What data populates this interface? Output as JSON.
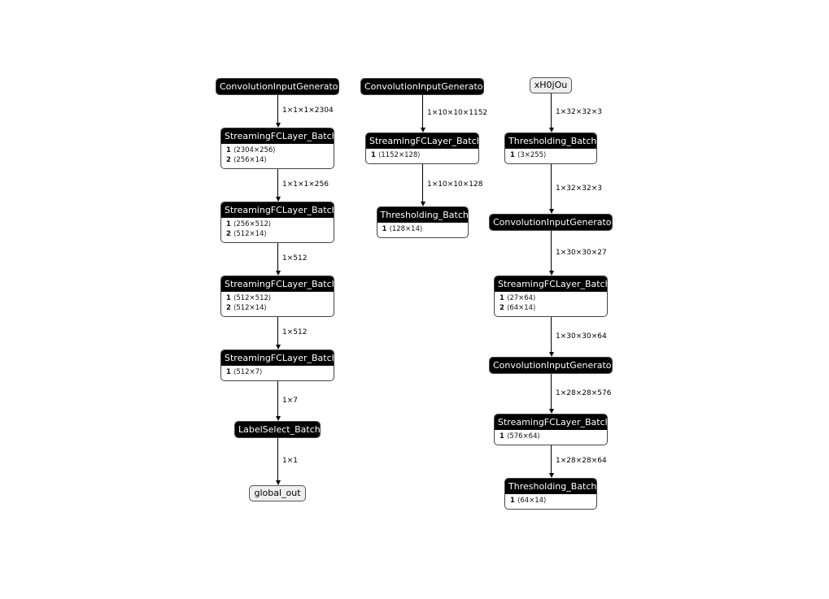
{
  "diagram": {
    "columns": [
      {
        "nodes": [
          {
            "id": "a0",
            "kind": "op",
            "title": "ConvolutionInputGenerator",
            "rows": []
          },
          {
            "id": "a1",
            "kind": "op",
            "title": "StreamingFCLayer_Batch",
            "rows": [
              {
                "i": "1",
                "shape": "⟨2304×256⟩"
              },
              {
                "i": "2",
                "shape": "⟨256×14⟩"
              }
            ]
          },
          {
            "id": "a2",
            "kind": "op",
            "title": "StreamingFCLayer_Batch",
            "rows": [
              {
                "i": "1",
                "shape": "⟨256×512⟩"
              },
              {
                "i": "2",
                "shape": "⟨512×14⟩"
              }
            ]
          },
          {
            "id": "a3",
            "kind": "op",
            "title": "StreamingFCLayer_Batch",
            "rows": [
              {
                "i": "1",
                "shape": "⟨512×512⟩"
              },
              {
                "i": "2",
                "shape": "⟨512×14⟩"
              }
            ]
          },
          {
            "id": "a4",
            "kind": "op",
            "title": "StreamingFCLayer_Batch",
            "rows": [
              {
                "i": "1",
                "shape": "⟨512×7⟩"
              }
            ]
          },
          {
            "id": "a5",
            "kind": "op",
            "title": "LabelSelect_Batch",
            "rows": []
          },
          {
            "id": "a6",
            "kind": "io",
            "title": "global_out",
            "rows": []
          }
        ],
        "edges": [
          "1×1×1×2304",
          "1×1×1×256",
          "1×512",
          "1×512",
          "1×7",
          "1×1"
        ]
      },
      {
        "nodes": [
          {
            "id": "b0",
            "kind": "op",
            "title": "ConvolutionInputGenerator",
            "rows": []
          },
          {
            "id": "b1",
            "kind": "op",
            "title": "StreamingFCLayer_Batch",
            "rows": [
              {
                "i": "1",
                "shape": "⟨1152×128⟩"
              }
            ]
          },
          {
            "id": "b2",
            "kind": "op",
            "title": "Thresholding_Batch",
            "rows": [
              {
                "i": "1",
                "shape": "⟨128×14⟩"
              }
            ]
          }
        ],
        "edges": [
          "1×10×10×1152",
          "1×10×10×128"
        ]
      },
      {
        "nodes": [
          {
            "id": "c0",
            "kind": "io",
            "title": "xH0jOu",
            "rows": []
          },
          {
            "id": "c1",
            "kind": "op",
            "title": "Thresholding_Batch",
            "rows": [
              {
                "i": "1",
                "shape": "⟨3×255⟩"
              }
            ]
          },
          {
            "id": "c2",
            "kind": "op",
            "title": "ConvolutionInputGenerator",
            "rows": []
          },
          {
            "id": "c3",
            "kind": "op",
            "title": "StreamingFCLayer_Batch",
            "rows": [
              {
                "i": "1",
                "shape": "⟨27×64⟩"
              },
              {
                "i": "2",
                "shape": "⟨64×14⟩"
              }
            ]
          },
          {
            "id": "c4",
            "kind": "op",
            "title": "ConvolutionInputGenerator",
            "rows": []
          },
          {
            "id": "c5",
            "kind": "op",
            "title": "StreamingFCLayer_Batch",
            "rows": [
              {
                "i": "1",
                "shape": "⟨576×64⟩"
              }
            ]
          },
          {
            "id": "c6",
            "kind": "op",
            "title": "Thresholding_Batch",
            "rows": [
              {
                "i": "1",
                "shape": "⟨64×14⟩"
              }
            ]
          }
        ],
        "edges": [
          "1×32×32×3",
          "1×32×32×3",
          "1×30×30×27",
          "1×30×30×64",
          "1×28×28×576",
          "1×28×28×64"
        ]
      }
    ]
  }
}
